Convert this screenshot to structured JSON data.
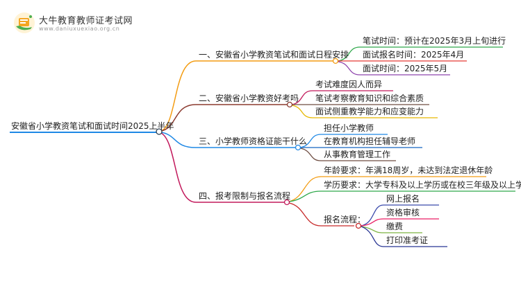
{
  "brand": {
    "name": "大牛教育教师证考试网",
    "url": "www.daniuxuexiao.org.cn",
    "logo_icon": "book-hand-logo-icon",
    "colors": {
      "orange": "#f5a623",
      "green": "#4caf50"
    }
  },
  "mindmap": {
    "root": "安徽省小学教资笔试和面试时间2025上半年",
    "branches": [
      {
        "label": "一、安徽省小学教资笔试和面试日程安排",
        "color": "#f39c12",
        "children": [
          "笔试时间：预计在2025年3月上旬进行",
          "面试报名时间：2025年4月",
          "面试时间：2025年5月"
        ],
        "child_colors": [
          "#2ea84a",
          "#e53935",
          "#8e44ad"
        ]
      },
      {
        "label": "二、安徽省小学教资好考吗",
        "color": "#8b3a2f",
        "children": [
          "考试难度因人而异",
          "笔试考察教育知识和综合素质",
          "面试侧重教学能力和应变能力"
        ],
        "child_colors": [
          "#c2185b",
          "#6d4c41",
          "#e6b800"
        ]
      },
      {
        "label": "三、小学教师资格证能干什么",
        "color": "#1e88e5",
        "children": [
          "担任小学教师",
          "在教育机构担任辅导老师",
          "从事教育管理工作"
        ],
        "child_colors": [
          "#1e88e5",
          "#1565c0",
          "#6d4c41"
        ]
      },
      {
        "label": "四、报考限制与报名流程",
        "color": "#c2185b",
        "children": [
          {
            "label": "年龄要求：年满18周岁，未达到法定退休年龄",
            "color": "#f39c12"
          },
          {
            "label": "学历要求：大学专科及以上学历或在校三年级及以上学生",
            "color": "#2ea84a"
          },
          {
            "label": "报名流程：",
            "color": "#c62828",
            "children": [
              "网上报名",
              "资格审核",
              "缴费",
              "打印准考证"
            ],
            "child_colors": [
              "#3949ab",
              "#e91e63",
              "#7cb342",
              "#283593"
            ]
          }
        ]
      }
    ]
  }
}
